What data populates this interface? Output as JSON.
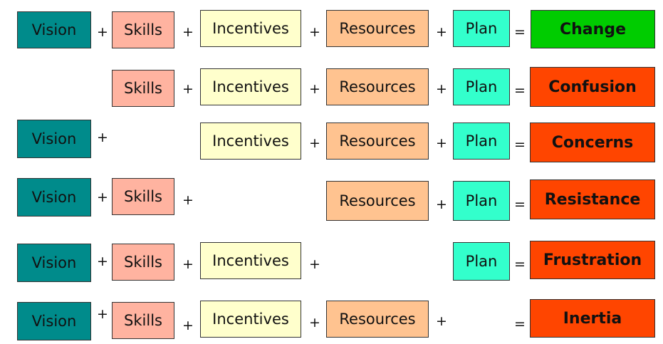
{
  "colors": {
    "vision": "#008b8b",
    "skills": "#ffb3a0",
    "incentives": "#ffffcc",
    "resources": "#ffc390",
    "plan": "#33ffcc",
    "change": "#00cc00",
    "negative": "#ff4500"
  },
  "labels": {
    "vision": "Vision",
    "skills": "Skills",
    "incentives": "Incentives",
    "resources": "Resources",
    "plan": "Plan",
    "plus": "+",
    "equals": "="
  },
  "rows": [
    {
      "missing": "none",
      "result": "Change"
    },
    {
      "missing": "vision",
      "result": "Confusion"
    },
    {
      "missing": "skills",
      "result": "Concerns"
    },
    {
      "missing": "incentives",
      "result": "Resistance"
    },
    {
      "missing": "resources",
      "result": "Frustration"
    },
    {
      "missing": "plan",
      "result": "Inertia"
    }
  ]
}
